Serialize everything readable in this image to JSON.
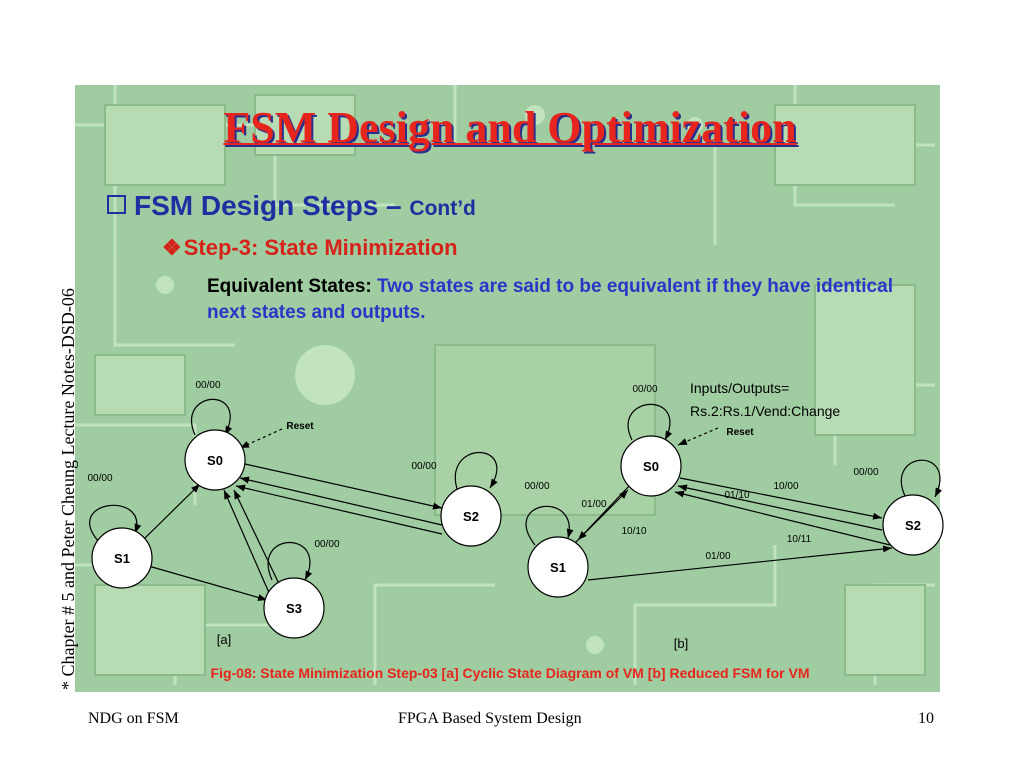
{
  "title": "FSM Design and Optimization",
  "bullet1": {
    "main": "FSM Design Steps –",
    "sub": "Cont’d"
  },
  "bullet2": "Step-3: State Minimization",
  "equivalent": {
    "label": "Equivalent States:",
    "text": "Two states are said to be equivalent if they have identical next states and outputs."
  },
  "side_text": "* Chapter # 5 and Peter Cheung Lecture Notes-DSD-06",
  "diagram_a": {
    "states": [
      "S0",
      "S1",
      "S2",
      "S3"
    ],
    "labels": {
      "self_s0": "00/00",
      "self_s1": "00/00",
      "self_s2": "00/00",
      "self_s3": "00/00",
      "reset": "Reset",
      "tag": "[a]"
    }
  },
  "diagram_b": {
    "states": [
      "S0",
      "S1",
      "S2"
    ],
    "io_legend_1": "Inputs/Outputs=",
    "io_legend_2": "Rs.2:Rs.1/Vend:Change",
    "labels": {
      "self_s0": "00/00",
      "self_s1": "00/00",
      "self_s2": "00/00",
      "reset": "Reset",
      "s1_s0": "01/00",
      "s0_s1": "10/10",
      "s0_s2": "10/00",
      "s2_s0_a": "01/10",
      "s2_s0_b": "10/11",
      "s1_s2": "01/00",
      "tag": "[b]"
    }
  },
  "caption": "Fig-08: State Minimization Step-03 [a] Cyclic State Diagram of VM [b] Reduced FSM for VM",
  "footer": {
    "left": "NDG on FSM",
    "center": "FPGA Based System Design",
    "right": "10"
  },
  "colors": {
    "title": "#e8251c",
    "bullet": "#1f2ea0",
    "step": "#d6231a",
    "body_text": "#2a36c8",
    "panel_bg": "#9fcca0"
  }
}
